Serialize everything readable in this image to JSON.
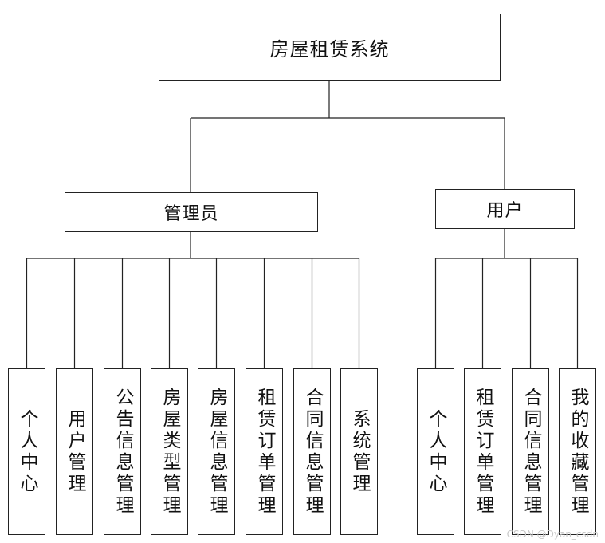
{
  "root": {
    "label": "房屋租赁系统"
  },
  "admin": {
    "label": "管理员",
    "children": [
      "个人中心",
      "用户管理",
      "公告信息管理",
      "房屋类型管理",
      "房屋信息管理",
      "租赁订单管理",
      "合同信息管理",
      "系统管理"
    ]
  },
  "user": {
    "label": "用户",
    "children": [
      "个人中心",
      "租赁订单管理",
      "合同信息管理",
      "我的收藏管理"
    ]
  },
  "watermark": "CSDN @Dyan_csdn"
}
